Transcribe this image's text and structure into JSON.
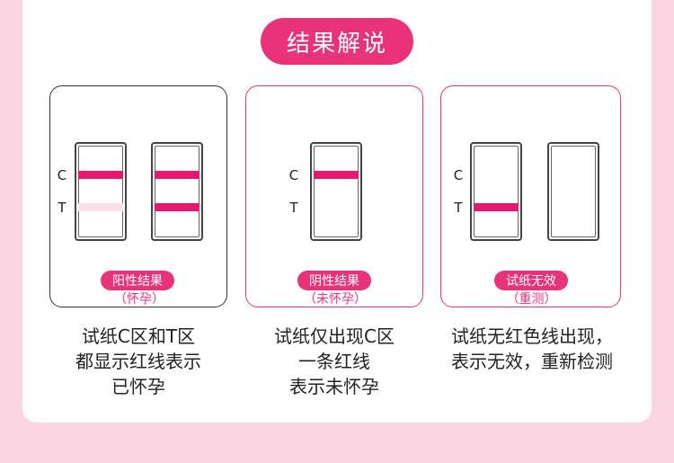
{
  "title": "结果解说",
  "line_labels": {
    "c": "C",
    "t": "T"
  },
  "panels": [
    {
      "badge": "阳性结果",
      "sub": "（怀孕）",
      "desc": [
        "试纸C区和T区",
        "都显示红线表示",
        "已怀孕"
      ]
    },
    {
      "badge": "阴性结果",
      "sub": "（未怀孕）",
      "desc": [
        "试纸仅出现C区",
        "一条红线",
        "表示未怀孕"
      ]
    },
    {
      "badge": "试纸无效",
      "sub": "（重测）",
      "desc": [
        "试纸无红色线出现，",
        "表示无效，重新检测"
      ]
    }
  ],
  "colors": {
    "accent": "#e8337a",
    "background": "#fbd6e2",
    "band": "#e6196e",
    "faint_band": "#fbe0ea"
  }
}
